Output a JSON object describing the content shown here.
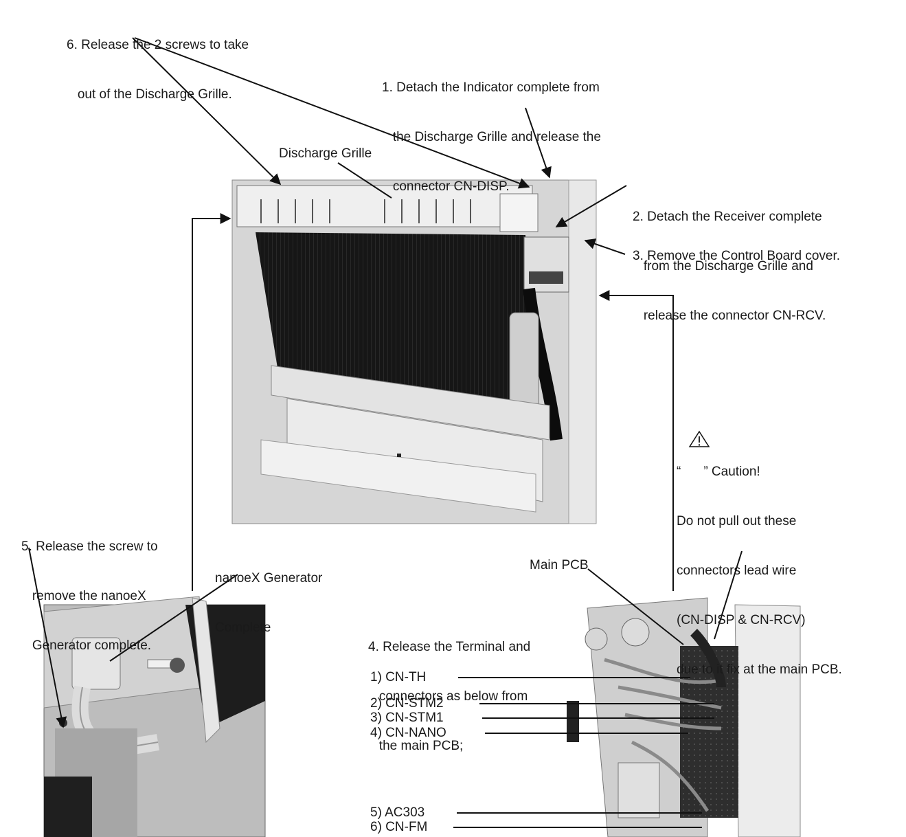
{
  "step6": [
    "6. Release the 2 screws to take",
    "   out of the Discharge Grille."
  ],
  "step1": [
    "1. Detach the Indicator complete from",
    "   the Discharge Grille and release the",
    "   connector CN-DISP."
  ],
  "discharge_grille_label": "Discharge Grille",
  "step2": [
    "2. Detach the Receiver complete",
    "   from the Discharge Grille and",
    "   release the connector CN-RCV."
  ],
  "step3": "3. Remove the Control Board cover.",
  "caution": {
    "open_quote": "“",
    "close_text": "” Caution!",
    "lines": [
      "Do not pull out these",
      "connectors lead wire",
      "(CN-DISP & CN-RCV)",
      "due to it fix at the main PCB."
    ]
  },
  "step5": [
    "5. Release the screw to",
    "   remove the nanoeX",
    "   Generator complete."
  ],
  "nanoex_label": [
    "nanoeX Generator",
    "Complete"
  ],
  "main_pcb_label": "Main PCB",
  "step4": [
    "4. Release the Terminal and",
    "   connectors as below from",
    "   the main PCB;"
  ],
  "connectors": [
    "1) CN-TH",
    "2) CN-STM2",
    "3) CN-STM1",
    "4) CN-NANO",
    "5) AC303",
    "6) CN-FM"
  ]
}
